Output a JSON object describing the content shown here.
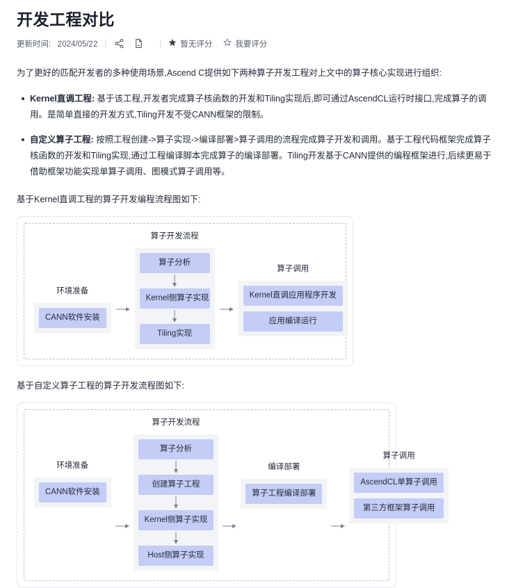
{
  "header": {
    "title": "开发工程对比",
    "update_label": "更新时间:",
    "update_date": "2024/05/22",
    "share_icon": "share-icon",
    "copy_icon": "document-copy-icon",
    "rating_star_icon": "star-filled-icon",
    "rating_text": "暂无评分",
    "rate_star_icon": "star-outline-icon",
    "rate_text": "我要评分"
  },
  "content": {
    "intro": "为了更好的匹配开发者的多种使用场景,Ascend C提供如下两种算子开发工程对上文中的算子核心实现进行组织:",
    "bullets": [
      {
        "term": "Kernel直调工程:",
        "text": " 基于该工程,开发者完成算子核函数的开发和Tiling实现后,即可通过AscendCL运行时接口,完成算子的调用。是简单直接的开发方式,Tiling开发不受CANN框架的限制。"
      },
      {
        "term": "自定义算子工程:",
        "text": " 按照工程创建->算子实现->编译部署>算子调用的流程完成算子开发和调用。基于工程代码框架完成算子核函数的开发和Tiling实现,通过工程编译脚本完成算子的编译部署。Tiling开发基于CANN提供的编程框架进行,后续更易于借助框架功能实现单算子调用、图模式算子调用等。"
      }
    ],
    "caption_1": "基于Kernel直调工程的算子开发编程流程图如下:",
    "caption_2": "基于自定义算子工程的算子开发流程图如下:"
  },
  "diagram_kernel": {
    "name": "Kernel直调工程流程图",
    "env": {
      "title": "环境准备",
      "nodes": [
        "CANN软件安装"
      ]
    },
    "dev": {
      "title": "算子开发流程",
      "nodes": [
        "算子分析",
        "Kernel侧算子实现",
        "Tiling实现"
      ]
    },
    "call": {
      "title": "算子调用",
      "nodes": [
        "Kernel直调应用程序开发",
        "应用编译运行"
      ]
    }
  },
  "diagram_custom": {
    "name": "自定义算子工程流程图",
    "env": {
      "title": "环境准备",
      "nodes": [
        "CANN软件安装"
      ]
    },
    "dev": {
      "title": "算子开发流程",
      "nodes": [
        "算子分析",
        "创建算子工程",
        "Kernel侧算子实现",
        "Host侧算子实现"
      ]
    },
    "build": {
      "title": "编译部署",
      "nodes": [
        "算子工程编译部署"
      ]
    },
    "call": {
      "title": "算子调用",
      "nodes": [
        "AscendCL单算子调用",
        "第三方框架算子调用"
      ]
    }
  },
  "colors": {
    "node_fill": "#c3cdf5",
    "panel_fill": "#f3f4f7",
    "arrow": "#7a8095",
    "dashed_border": "#b9bdc7",
    "outer_border": "#e6e8ed",
    "text": "#252b3a",
    "meta_text": "#575d6c"
  }
}
